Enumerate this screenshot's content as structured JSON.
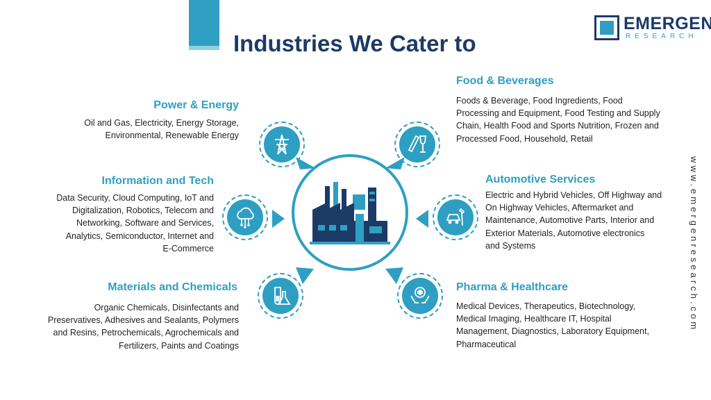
{
  "title": "Industries We Cater to",
  "logo": {
    "name": "EMERGEN",
    "sub": "RESEARCH"
  },
  "website": "www.emergenresearch.com",
  "colors": {
    "accent": "#2e9fc2",
    "navy": "#1c3a66"
  },
  "sectors": {
    "power": {
      "heading": "Power & Energy",
      "lines": [
        "Oil and Gas, Electricity, Energy Storage,",
        "Environmental, Renewable Energy"
      ],
      "icon": "power-tower-icon"
    },
    "info": {
      "heading": "Information and Tech",
      "lines": [
        "Data Security, Cloud Computing, IoT and",
        "Digitalization, Robotics, Telecom and",
        "Networking, Software and Services,",
        "Analytics, Semiconductor, Internet and",
        "E-Commerce"
      ],
      "icon": "cloud-network-icon"
    },
    "materials": {
      "heading": "Materials and Chemicals",
      "lines": [
        "Organic Chemicals, Disinfectants and",
        "Preservatives, Adhesives and Sealants, Polymers",
        "and Resins, Petrochemicals, Agrochemicals and",
        "Fertilizers, Paints and Coatings"
      ],
      "icon": "lab-flask-icon"
    },
    "food": {
      "heading": "Food & Beverages",
      "lines": [
        "Foods & Beverage, Food Ingredients, Food",
        "Processing and Equipment, Food Testing and Supply",
        "Chain, Health Food and Sports Nutrition, Frozen and",
        "Processed Food, Household, Retail"
      ],
      "icon": "bread-wine-icon"
    },
    "auto": {
      "heading": "Automotive Services",
      "lines": [
        "Electric and Hybrid Vehicles, Off Highway and",
        "On Highway Vehicles, Aftermarket and",
        "Maintenance, Automotive Parts, Interior and",
        "Exterior Materials, Automotive electronics",
        "and Systems"
      ],
      "icon": "car-service-icon"
    },
    "pharma": {
      "heading": "Pharma & Healthcare",
      "lines": [
        "Medical Devices, Therapeutics, Biotechnology,",
        "Medical Imaging, Healthcare IT, Hospital",
        "Management, Diagnostics, Laboratory Equipment,",
        "Pharmaceutical"
      ],
      "icon": "medical-hands-icon"
    }
  },
  "hub_icon": "factory-icon"
}
